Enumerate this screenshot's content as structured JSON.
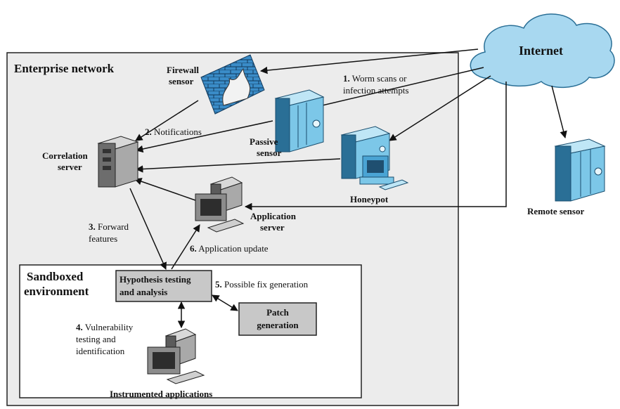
{
  "regions": {
    "enterprise": "Enterprise network",
    "sandbox_line1": "Sandboxed",
    "sandbox_line2": "environment"
  },
  "nodes": {
    "internet": "Internet",
    "firewall_line1": "Firewall",
    "firewall_line2": "sensor",
    "passive_line1": "Passive",
    "passive_line2": "sensor",
    "honeypot": "Honeypot",
    "remote_sensor": "Remote sensor",
    "correlation_line1": "Correlation",
    "correlation_line2": "server",
    "appserver_line1": "Application",
    "appserver_line2": "server",
    "hypothesis_line1": "Hypothesis testing",
    "hypothesis_line2": "and analysis",
    "patch_line1": "Patch",
    "patch_line2": "generation",
    "instrumented": "Instrumented applications"
  },
  "steps": {
    "s1_num": "1.",
    "s1_line1": "Worm scans or",
    "s1_line2": "infection attempts",
    "s2_num": "2.",
    "s2_text": "Notifications",
    "s3_num": "3.",
    "s3_line1": "Forward",
    "s3_line2": "features",
    "s4_num": "4.",
    "s4_line1": "Vulnerability",
    "s4_line2": "testing and",
    "s4_line3": "identification",
    "s5_num": "5.",
    "s5_text": "Possible fix generation",
    "s6_num": "6.",
    "s6_text": "Application update"
  },
  "colors": {
    "enterprise_fill": "#ececec",
    "cloud_fill": "#a8d8f0",
    "device_blue": "#7cc7e8",
    "device_dark": "#2a6f96",
    "box_gray": "#c8c8c8",
    "firewall_blue": "#3a8cc8"
  },
  "icons": {
    "cloud": "internet-cloud-icon",
    "firewall": "firewall-brick-wall-icon",
    "server": "server-cabinet-icon",
    "workstation": "desktop-computer-icon"
  }
}
